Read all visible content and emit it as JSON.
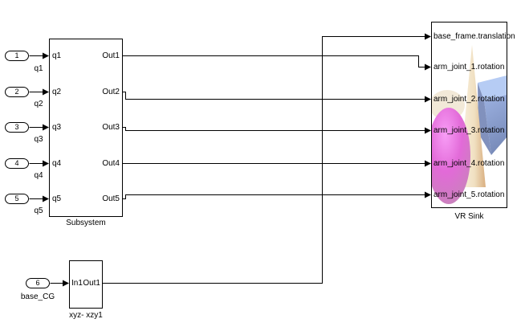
{
  "diagram": {
    "inports": [
      {
        "num": "1",
        "label": "q1"
      },
      {
        "num": "2",
        "label": "q2"
      },
      {
        "num": "3",
        "label": "q3"
      },
      {
        "num": "4",
        "label": "q4"
      },
      {
        "num": "5",
        "label": "q5"
      }
    ],
    "inport_base": {
      "num": "6",
      "label": "base_CG"
    },
    "subsystem": {
      "name": "Subsystem",
      "inputs": [
        "q1",
        "q2",
        "q3",
        "q4",
        "q5"
      ],
      "outputs": [
        "Out1",
        "Out2",
        "Out3",
        "Out4",
        "Out5"
      ]
    },
    "transform_block": {
      "name": "xyz- xzy1",
      "input": "In1",
      "output": "Out1"
    },
    "vr_sink": {
      "name": "VR Sink",
      "ports": [
        "base_frame.translation",
        "arm_joint_1.rotation",
        "arm_joint_2.rotation",
        "arm_joint_3.rotation",
        "arm_joint_4.rotation",
        "arm_joint_5.rotation"
      ]
    },
    "colors": {
      "wire": "#000000",
      "block_background": "#ffffff",
      "thumb_sphere_pink": "#e26ad8",
      "thumb_box_blue_light": "#b6ccf4",
      "thumb_box_blue_dark": "#8191bd",
      "thumb_cone_cream": "#f0dfc0"
    }
  }
}
